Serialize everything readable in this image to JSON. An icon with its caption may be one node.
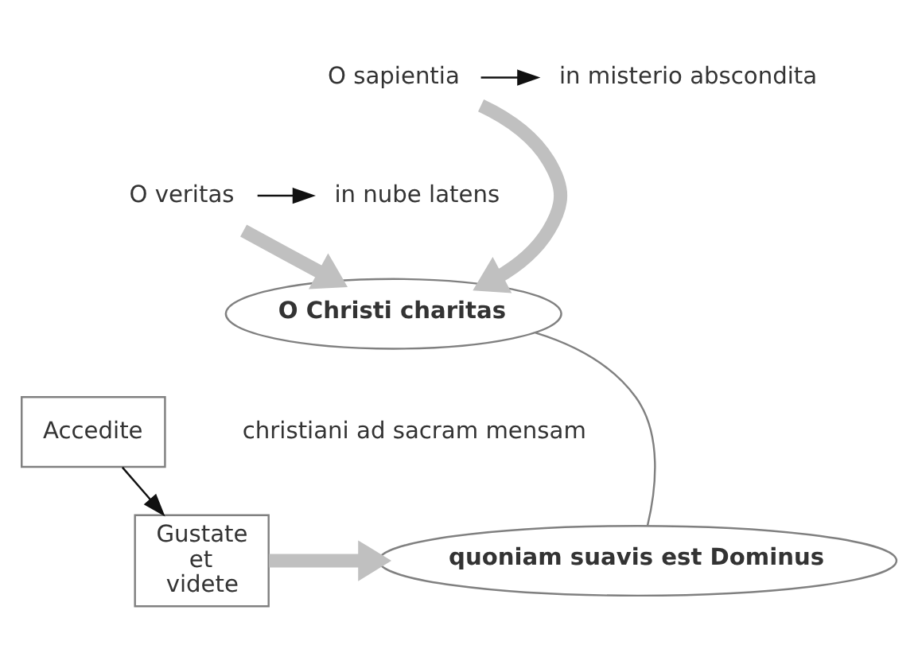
{
  "diagram": {
    "nodes": [
      {
        "text": [
          "O sapientia"
        ]
      },
      {
        "text": [
          "in misterio abscondita"
        ]
      },
      {
        "text": [
          "O veritas"
        ]
      },
      {
        "text": [
          "in nube latens"
        ]
      },
      {
        "text": [
          "O Christi charitas"
        ]
      },
      {
        "text": [
          "Accedite"
        ]
      },
      {
        "text": [
          "christiani ad sacram mensam"
        ]
      },
      {
        "text": [
          "Gustate et videte"
        ]
      },
      {
        "text": [
          "quoniam suavis est Dominus"
        ]
      }
    ],
    "edges": [
      {
        "from": 0,
        "to": 1,
        "arrow": "to"
      },
      {
        "from": 2,
        "to": 3,
        "arrow": "to"
      },
      {
        "from": 0,
        "to": 4,
        "arrow": "to",
        "style": "thick",
        "color": "#c0c0c0"
      },
      {
        "from": 2,
        "to": 4,
        "arrow": "to",
        "style": "thick",
        "color": "#c0c0c0"
      },
      {
        "from": 4,
        "to": 8,
        "arrow": "none",
        "color": "#808080"
      },
      {
        "from": 5,
        "to": 7,
        "arrow": "to"
      },
      {
        "from": 7,
        "to": 8,
        "arrow": "to",
        "style": "thick",
        "color": "#c0c0c0"
      }
    ]
  }
}
